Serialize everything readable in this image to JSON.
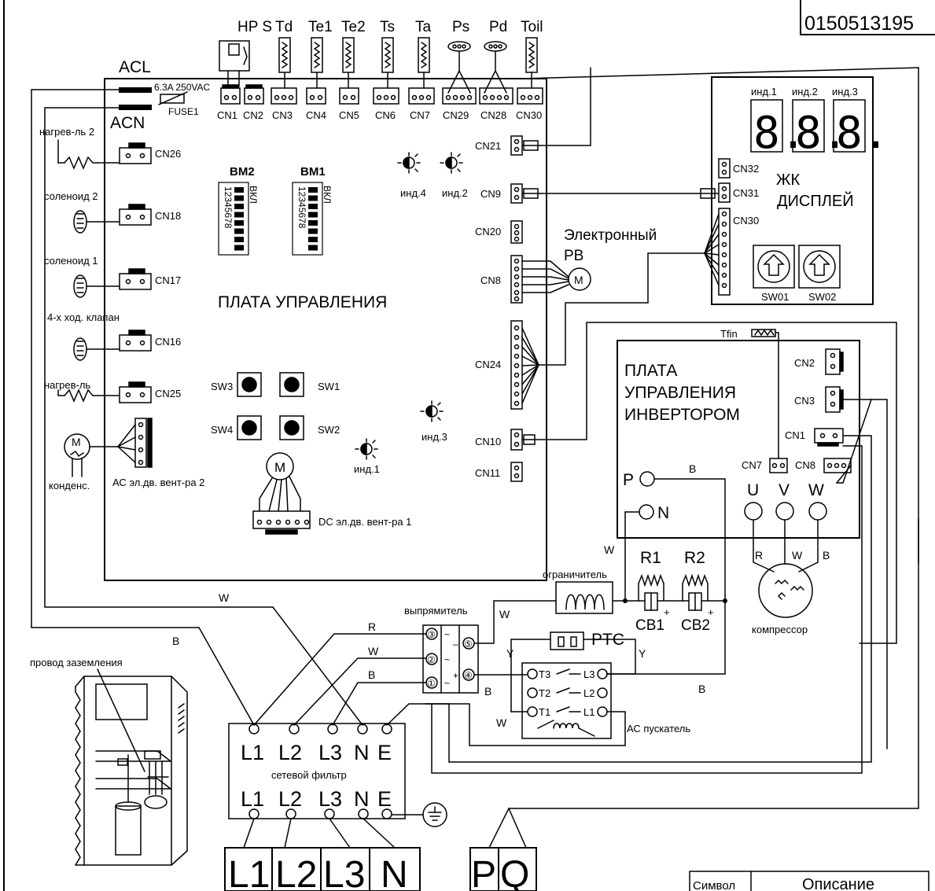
{
  "doc_id": "0150513195",
  "sensors": [
    "HP S",
    "Td",
    "Te1",
    "Te2",
    "Ts",
    "Ta",
    "Ps",
    "Pd",
    "Toil"
  ],
  "top_connectors": [
    "CN1",
    "CN2",
    "CN3",
    "CN4",
    "CN5",
    "CN6",
    "CN7",
    "CN29",
    "CN28",
    "CN30"
  ],
  "power": {
    "acl": "ACL",
    "acn": "ACN",
    "fuse_rating": "6.3A 250VAC",
    "fuse": "FUSE1"
  },
  "left_loads": [
    {
      "label": "нагрев-ль 2",
      "cn": "CN26"
    },
    {
      "label": "соленоид 2",
      "cn": "CN18"
    },
    {
      "label": "соленоид 1",
      "cn": "CN17"
    },
    {
      "label": "4-х ход. клапан",
      "cn": "CN16"
    },
    {
      "label": "нагрев-ль",
      "cn": "CN25"
    }
  ],
  "ac_fan": {
    "motor": "M",
    "label": "конденс.",
    "cn_label": "АС эл.дв. вент-ра 2"
  },
  "dip": {
    "bm2": "BM2",
    "bm1": "BM1",
    "on": "ВКЛ",
    "numbers": "12345678"
  },
  "indicators": {
    "ind4": "инд.4",
    "ind2": "инд.2",
    "ind3": "инд.3",
    "ind1": "инд.1"
  },
  "main_board": "ПЛАТА УПРАВЛЕНИЯ",
  "switches": [
    "SW3",
    "SW1",
    "SW4",
    "SW2"
  ],
  "dc_fan": {
    "motor": "M",
    "label": "DC эл.дв. вент-ра 1"
  },
  "right_connectors": [
    "CN21",
    "CN9",
    "CN20",
    "CN8",
    "CN24",
    "CN10",
    "CN11"
  ],
  "eev": {
    "line1": "Электронный",
    "line2": "РВ",
    "motor": "M"
  },
  "lcd": {
    "digit_labels": [
      "инд.1",
      "инд.2",
      "инд.3"
    ],
    "cn_labels": [
      "CN32",
      "CN31",
      "CN30"
    ],
    "title1": "ЖК",
    "title2": "ДИСПЛЕЙ",
    "buttons": [
      "SW01",
      "SW02"
    ]
  },
  "inverter": {
    "tfin": "Tfin",
    "title1": "ПЛАТА",
    "title2": "УПРАВЛЕНИЯ",
    "title3": "ИНВЕРТОРОМ",
    "cn": [
      "CN2",
      "CN3",
      "CN1",
      "CN7",
      "CN8"
    ],
    "p": "P",
    "n": "N",
    "uvw": [
      "U",
      "V",
      "W"
    ]
  },
  "compressor": {
    "label": "компрессор",
    "wires": [
      "R",
      "W",
      "B"
    ]
  },
  "resistors": {
    "r1": "R1",
    "r2": "R2",
    "cb1": "CB1",
    "cb2": "CB2"
  },
  "limiter": "ограничитель",
  "ptc": "PTC",
  "rectifier": {
    "label": "выпрямитель",
    "pins": [
      "③",
      "②",
      "①",
      "⑤",
      "④"
    ],
    "ac": "~",
    "minus": "–",
    "plus": "+"
  },
  "contactor": {
    "label": "АС пускатель",
    "t": [
      "T3",
      "T2",
      "T1"
    ],
    "l": [
      "L3",
      "L2",
      "L1"
    ]
  },
  "filter": {
    "label": "сетевой фильтр",
    "top": [
      "L1",
      "L2",
      "L3",
      "N",
      "E"
    ],
    "bottom": [
      "L1",
      "L2",
      "L3",
      "N",
      "E"
    ]
  },
  "terminals": [
    "L1",
    "L2",
    "L3",
    "N"
  ],
  "comm_terminals": [
    "P",
    "Q"
  ],
  "ground_label": "провод заземления",
  "wire_colors": {
    "w": "W",
    "b": "B",
    "r": "R",
    "y": "Y"
  },
  "table_headers": {
    "symbol": "Символ",
    "description": "Описание"
  }
}
